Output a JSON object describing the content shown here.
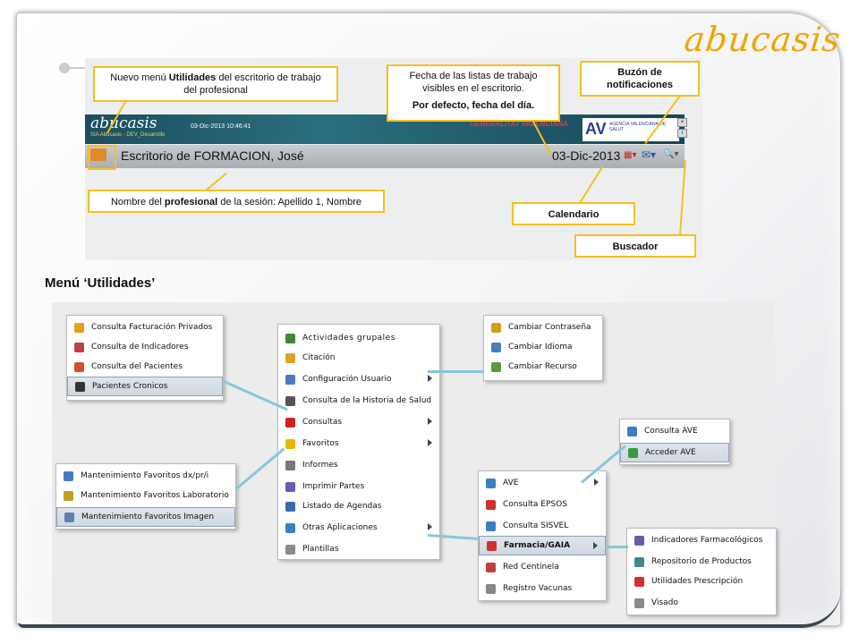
{
  "logo": "abucasis",
  "top_screenshot": {
    "banner_brand": "abucasis",
    "banner_sub": "SIA Abucasis - DEV_Desarrollo",
    "banner_datetime": "03-Dic-2013 10:46:41",
    "banner_gva": "GENERALITAT VALENCIANA",
    "banner_agency": "AGÈNCIA VALENCIANA DE SALUT",
    "header_title": "Escritorio de FORMACION, José",
    "header_date": "03-Dic-2013"
  },
  "callouts": {
    "utilidades_line1_pre": "Nuevo menú ",
    "utilidades_line1_bold": "Utilidades",
    "utilidades_line1_post": " del escritorio de trabajo",
    "utilidades_line2": "del profesional",
    "fecha_line1": "Fecha de las listas de trabajo",
    "fecha_line2": "visibles en el escritorio.",
    "fecha_line3": "Por defecto, fecha del día.",
    "buzon_line1": "Buzón de",
    "buzon_line2": "notificaciones",
    "nombre_pre": "Nombre del ",
    "nombre_bold": "profesional",
    "nombre_post": " de la sesión: Apellido 1, Nombre",
    "calendario": "Calendario",
    "buscador": "Buscador"
  },
  "section_title": "Menú ‘Utilidades’",
  "menus": {
    "consultas": [
      {
        "label": "Consulta Facturación Privados",
        "color": "#e0a020"
      },
      {
        "label": "Consulta de Indicadores",
        "color": "#c04040"
      },
      {
        "label": "Consulta del Pacientes",
        "color": "#d05030"
      },
      {
        "label": "Pacientes Cronicos",
        "color": "#333333"
      }
    ],
    "main": [
      {
        "label": "Actividades grupales",
        "color": "#3a8a3a"
      },
      {
        "label": "Citación",
        "color": "#e0a020"
      },
      {
        "label": "Configuración Usuario",
        "color": "#4a7ac0"
      },
      {
        "label": "Consulta de la Historia de Salud",
        "color": "#555555"
      },
      {
        "label": "Consultas",
        "color": "#d02020"
      },
      {
        "label": "Favoritos",
        "color": "#e8b800"
      },
      {
        "label": "Informes",
        "color": "#777777"
      },
      {
        "label": "Imprimir Partes",
        "color": "#6a5ab0"
      },
      {
        "label": "Listado de Agendas",
        "color": "#3a6ab0"
      },
      {
        "label": "Otras Aplicaciones",
        "color": "#3a80c0"
      },
      {
        "label": "Plantillas",
        "color": "#8a8a8a"
      }
    ],
    "config": [
      {
        "label": "Cambiar Contraseña",
        "color": "#d0a020"
      },
      {
        "label": "Cambiar Idioma",
        "color": "#4a80c0"
      },
      {
        "label": "Cambiar Recurso",
        "color": "#5a9a40"
      }
    ],
    "favoritos": [
      {
        "label": "Mantenimiento Favoritos dx/pr/i",
        "color": "#4a7ac0"
      },
      {
        "label": "Mantenimiento Favoritos Laboratorio",
        "color": "#c0a020"
      },
      {
        "label": "Mantenimiento Favoritos Imagen",
        "color": "#6080b0"
      }
    ],
    "ave": [
      {
        "label": "Consulta AVE",
        "color": "#3a80c0"
      },
      {
        "label": "Acceder AVE",
        "color": "#3a9a40"
      }
    ],
    "otras": [
      {
        "label": "AVE",
        "color": "#3a80c0"
      },
      {
        "label": "Consulta EPSOS",
        "color": "#d03030"
      },
      {
        "label": "Consulta SISVEL",
        "color": "#3a80c0"
      },
      {
        "label": "Farmacia/GAIA",
        "color": "#d03030"
      },
      {
        "label": "Red Centinela",
        "color": "#c04040"
      },
      {
        "label": "Registro Vacunas",
        "color": "#888888"
      }
    ],
    "farmacia": [
      {
        "label": "Indicadores Farmacológicos",
        "color": "#6a5ab0"
      },
      {
        "label": "Repositorio de Productos",
        "color": "#3a8a8a"
      },
      {
        "label": "Utilidades Prescripción",
        "color": "#d03030"
      },
      {
        "label": "Visado",
        "color": "#8a8a8a"
      }
    ]
  }
}
